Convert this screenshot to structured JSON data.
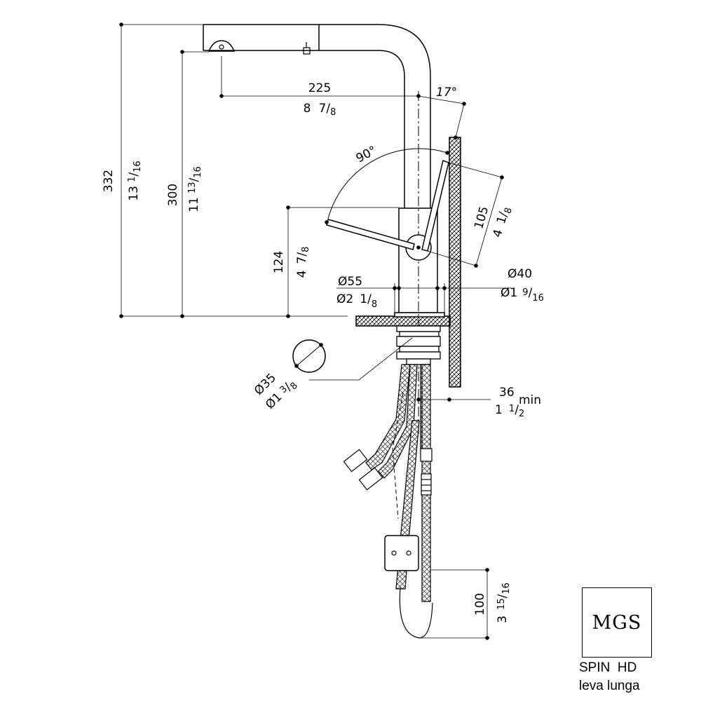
{
  "brand": {
    "logo": "MGS"
  },
  "product": {
    "model": "SPIN  HD",
    "variant": "leva lunga"
  },
  "dimensions": {
    "total_height": {
      "mm": "332",
      "in_whole": "13",
      "in_num": "1",
      "in_den": "16"
    },
    "spout_height": {
      "mm": "300",
      "in_whole": "11",
      "in_num": "13",
      "in_den": "16"
    },
    "body_height": {
      "mm": "124",
      "in_whole": "4",
      "in_num": "7",
      "in_den": "8"
    },
    "reach": {
      "mm": "225",
      "in_whole": "8",
      "in_num": "7",
      "in_den": "8"
    },
    "swivel_angle": {
      "value": "17°"
    },
    "lever_angle": {
      "value": "90°"
    },
    "lever_clearance": {
      "mm": "105",
      "in_whole": "4",
      "in_num": "1",
      "in_den": "8"
    },
    "body_diameter": {
      "mm": "Ø40",
      "in_whole": "Ø1",
      "in_num": "9",
      "in_den": "16"
    },
    "base_diameter": {
      "mm": "Ø55",
      "in_whole": "Ø2",
      "in_num": "1",
      "in_den": "8"
    },
    "hole_diameter": {
      "mm": "Ø35",
      "in_whole": "Ø1",
      "in_num": "3",
      "in_den": "8"
    },
    "min_clearance": {
      "mm": "36",
      "suffix": "min",
      "in_whole": "1",
      "in_num": "1",
      "in_den": "2"
    },
    "hose_loop": {
      "mm": "100",
      "in_whole": "3",
      "in_num": "15",
      "in_den": "16"
    }
  }
}
